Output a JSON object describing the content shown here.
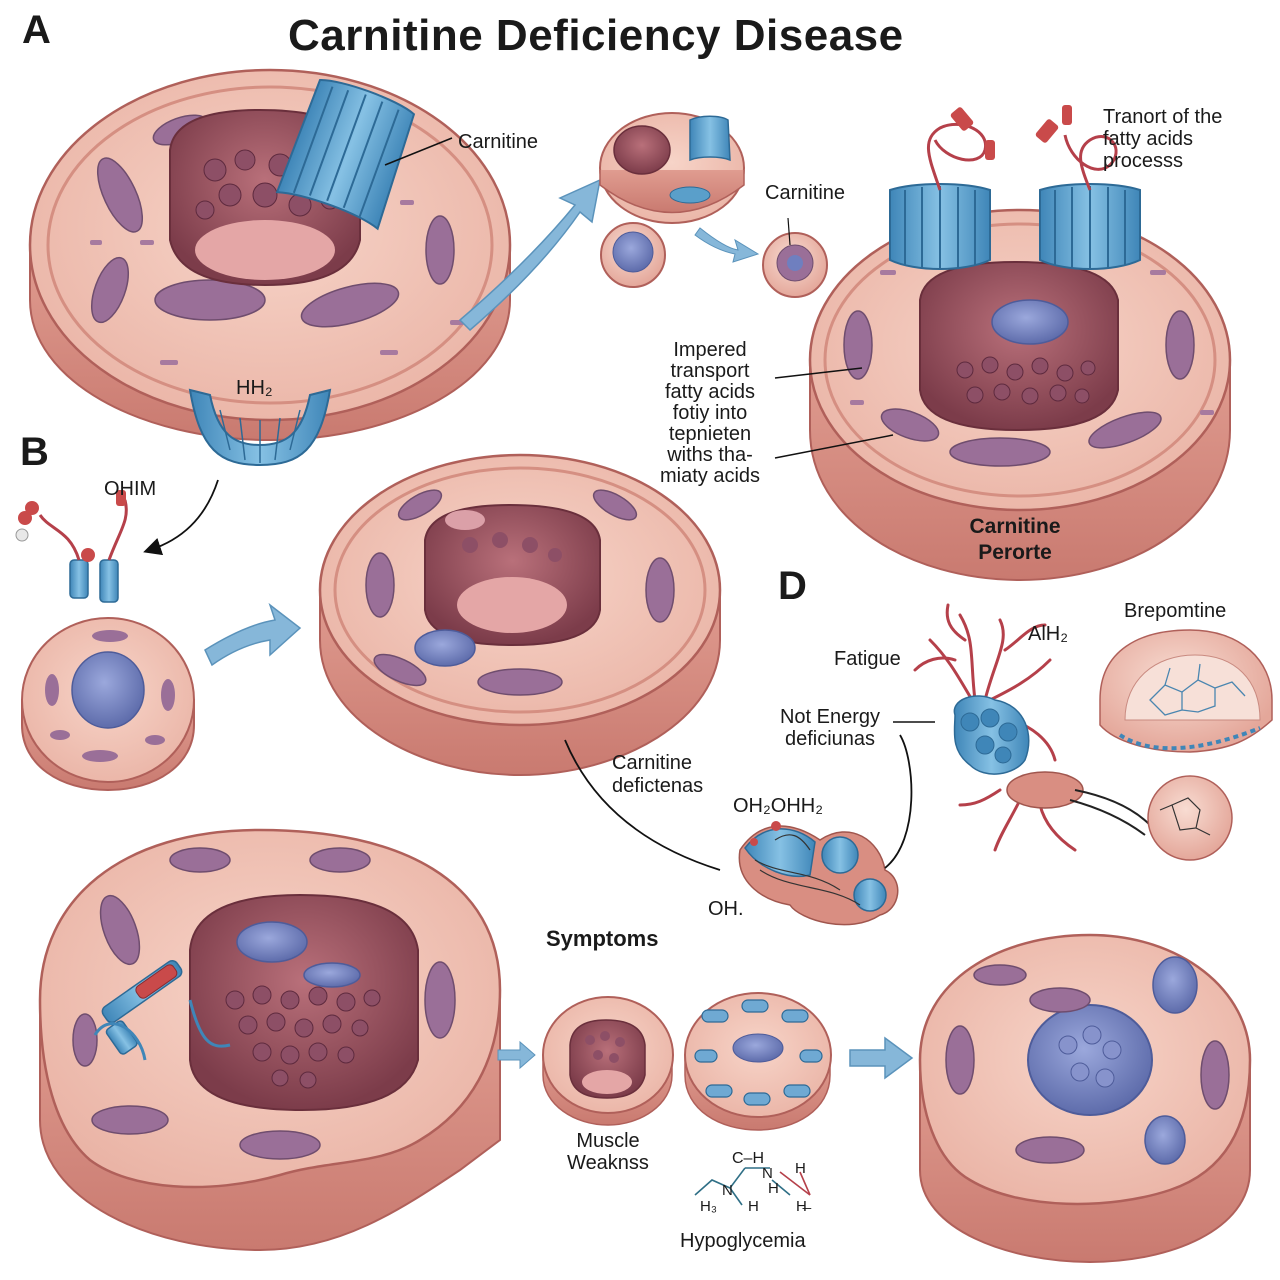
{
  "title": "Carnitine Deficiency Disease",
  "panels": {
    "a": "A",
    "b": "B",
    "d": "D"
  },
  "labels": {
    "carnitine_top": "Carnitine",
    "carnitine_mid": "Carnitine",
    "transport_process": [
      "Tranort of the",
      "fatty acids",
      "processs"
    ],
    "impaired_transport": [
      "Impered",
      "transport",
      "fatty acids",
      "fotiy into",
      "tepnieten",
      "withs tha-",
      "miaty acids"
    ],
    "hh2": "HH₂",
    "ohim": "OHIM",
    "carnitine_perorte": [
      "Carnitine",
      "Perorte"
    ],
    "fatigue": "Fatigue",
    "aih2": "AlH₂",
    "brepomtine": "Brepomtine",
    "not_energy": [
      "Not Energy",
      "deficiunas"
    ],
    "carnitine_deficienas": [
      "Carnitine",
      "defictenas"
    ],
    "oh2ohh2": "OH₂OHH₂",
    "oh": "OH.",
    "symptoms": "Symptoms",
    "muscle_weakness": [
      "Muscle",
      "Weaknss"
    ],
    "hypoglycemia": "Hypoglycemia",
    "molecule_text": {
      "ch": "C–H",
      "n1": "N",
      "n2": "N",
      "h1": "H",
      "h2": "H",
      "h3": "H",
      "hb": "H₃",
      "hh": "H̶"
    }
  },
  "colors": {
    "cell_fill": "#f2c2b4",
    "cell_side": "#d98e82",
    "cell_outline": "#b0605a",
    "organelle": "#9a6f98",
    "nucleus": "#6f7fbf",
    "channel": "#5a9fca",
    "arrow": "#86b7d9",
    "inner": "#8a4a55"
  }
}
